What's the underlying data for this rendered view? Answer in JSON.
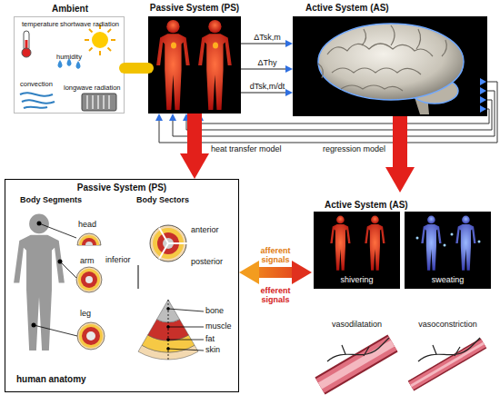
{
  "diagram": {
    "nodes": [
      {
        "text": [
          "Ambient",
          "temperature",
          "shortwave radiation",
          "humidity",
          "convection",
          "longwave radiation"
        ]
      },
      {
        "text": [
          "Passive System (PS)"
        ]
      },
      {
        "text": [
          "Active System (AS)"
        ]
      },
      {
        "text": [
          "Passive System (PS)"
        ]
      },
      {
        "text": [
          "Active System (AS)"
        ]
      },
      {
        "text": [
          "shivering"
        ],
        "in": 4
      },
      {
        "text": [
          "sweating"
        ],
        "in": 4
      },
      {
        "text": [
          "vasodilatation"
        ],
        "in": 4
      },
      {
        "text": [
          "vasoconstriction"
        ],
        "in": 4
      }
    ],
    "edges": [
      {
        "from": 0,
        "to": 1,
        "arrow": "none"
      },
      {
        "from": 1,
        "to": 2,
        "label": "ΔTsk,m",
        "arrow": "to"
      },
      {
        "from": 1,
        "to": 2,
        "label": "ΔThy",
        "arrow": "to"
      },
      {
        "from": 1,
        "to": 2,
        "label": "dTsk,m/dt",
        "arrow": "to"
      },
      {
        "from": 2,
        "to": 1,
        "arrow": "to"
      },
      {
        "from": 2,
        "to": 1,
        "arrow": "to"
      },
      {
        "from": 2,
        "to": 1,
        "arrow": "to"
      },
      {
        "from": 2,
        "to": 1,
        "arrow": "to"
      },
      {
        "from": 1,
        "to": 3,
        "label": "heat transfer model",
        "arrow": "to"
      },
      {
        "from": 2,
        "to": 4,
        "label": "regression model",
        "arrow": "to"
      },
      {
        "from": 3,
        "to": 4,
        "label": "afferent signals",
        "arrow": "both"
      }
    ],
    "labels": [
      "Body Segments",
      "Body Sectors",
      "head",
      "arm",
      "leg",
      "human anatomy",
      "anterior",
      "inferior",
      "posterior",
      "bone",
      "muscle",
      "fat",
      "skin",
      "efferent signals"
    ]
  }
}
